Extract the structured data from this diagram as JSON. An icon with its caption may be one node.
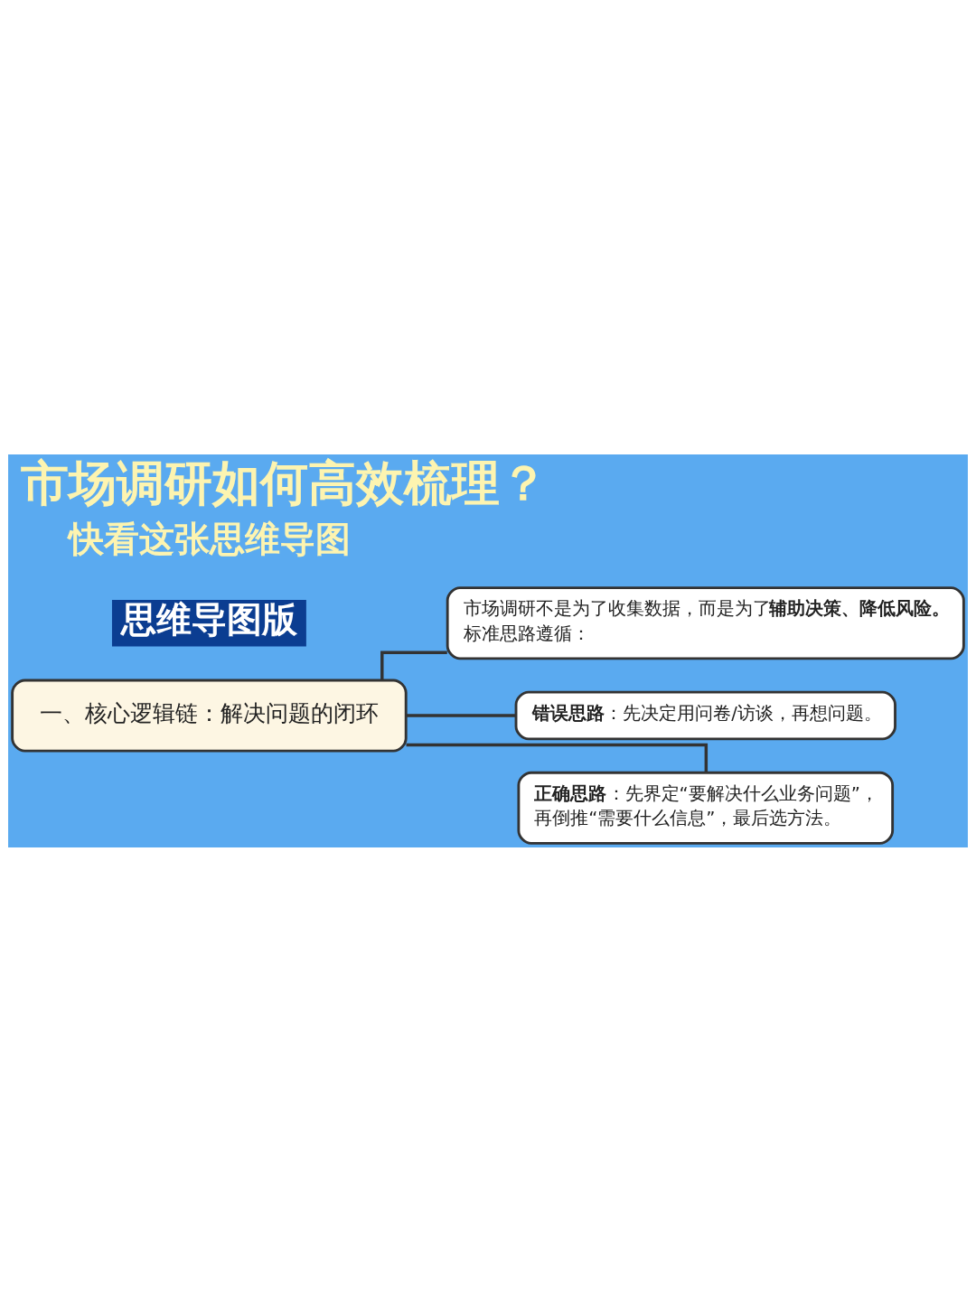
{
  "diagram": {
    "title": "市场调研如何高效梳理？",
    "nodes": [
      {
        "text": [
          "一、核心逻辑链：解决问题的闭环"
        ]
      },
      {
        "text": [
          "市场调研不是为了收集数据，而是为了**辅助决策、降低风险。**标准思路遵循："
        ]
      },
      {
        "text": [
          "**错误思路**：先决定用问卷/访谈，再想问题。"
        ]
      },
      {
        "text": [
          "**正确思路**：先界定“要解决什么业务问题”，再倒推“需要什么信息”，最后选方法。"
        ]
      }
    ],
    "edges": [
      {
        "from": 0,
        "to": 1,
        "arrow": "none"
      },
      {
        "from": 0,
        "to": 2,
        "arrow": "none"
      },
      {
        "from": 0,
        "to": 3,
        "arrow": "none"
      }
    ],
    "labels": [
      "快看这张思维导图",
      "思维导图版"
    ]
  }
}
